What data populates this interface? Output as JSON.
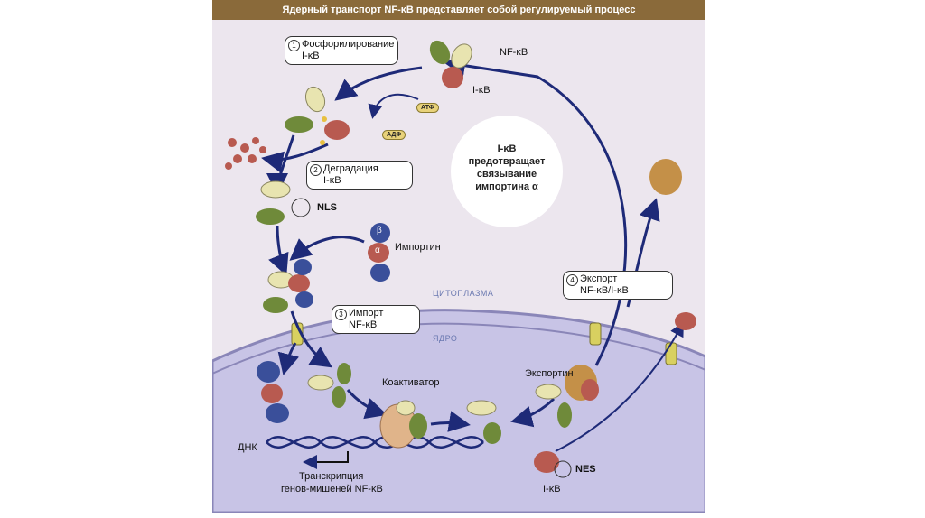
{
  "header": {
    "title": "Ядерный транспорт NF-κB представляет собой регулируемый процесс"
  },
  "steps": [
    {
      "num": "1",
      "line1": "Фосфорилирование",
      "line2": "I-κB"
    },
    {
      "num": "2",
      "line1": "Деградация",
      "line2": "I-κB"
    },
    {
      "num": "3",
      "line1": "Импорт",
      "line2": "NF-κB"
    },
    {
      "num": "4",
      "line1": "Экспорт",
      "line2": "NF-κB/I-κB"
    }
  ],
  "labels": {
    "nfkb": "NF-κB",
    "ikb_top": "I-κB",
    "atp": "АТФ",
    "adp": "АДФ",
    "nls": "NLS",
    "importin": "Импортин",
    "beta": "β",
    "alpha": "α",
    "cytoplasm": "ЦИТОПЛАЗМА",
    "nucleus": "ЯДРО",
    "coactivator": "Коактиватор",
    "exportin": "Экспортин",
    "dna": "ДНК",
    "transcription1": "Транскрипция",
    "transcription2": "генов-мишеней NF-κB",
    "nes": "NES",
    "ikb_bottom": "I-κB"
  },
  "center": {
    "line1": "I-κB",
    "line2": "предотвращает",
    "line3": "связывание",
    "line4": "импортина α"
  },
  "colors": {
    "nfkb_green": "#6f8a3a",
    "nfkb_cream": "#e8e4b0",
    "ikb_red": "#b85a50",
    "importin_blue": "#3a4f9a",
    "coactivator_tan": "#e0b48a",
    "exportin_brown": "#c49048",
    "arrow": "#1e2a78",
    "nucleus": "#c8c4e6"
  }
}
